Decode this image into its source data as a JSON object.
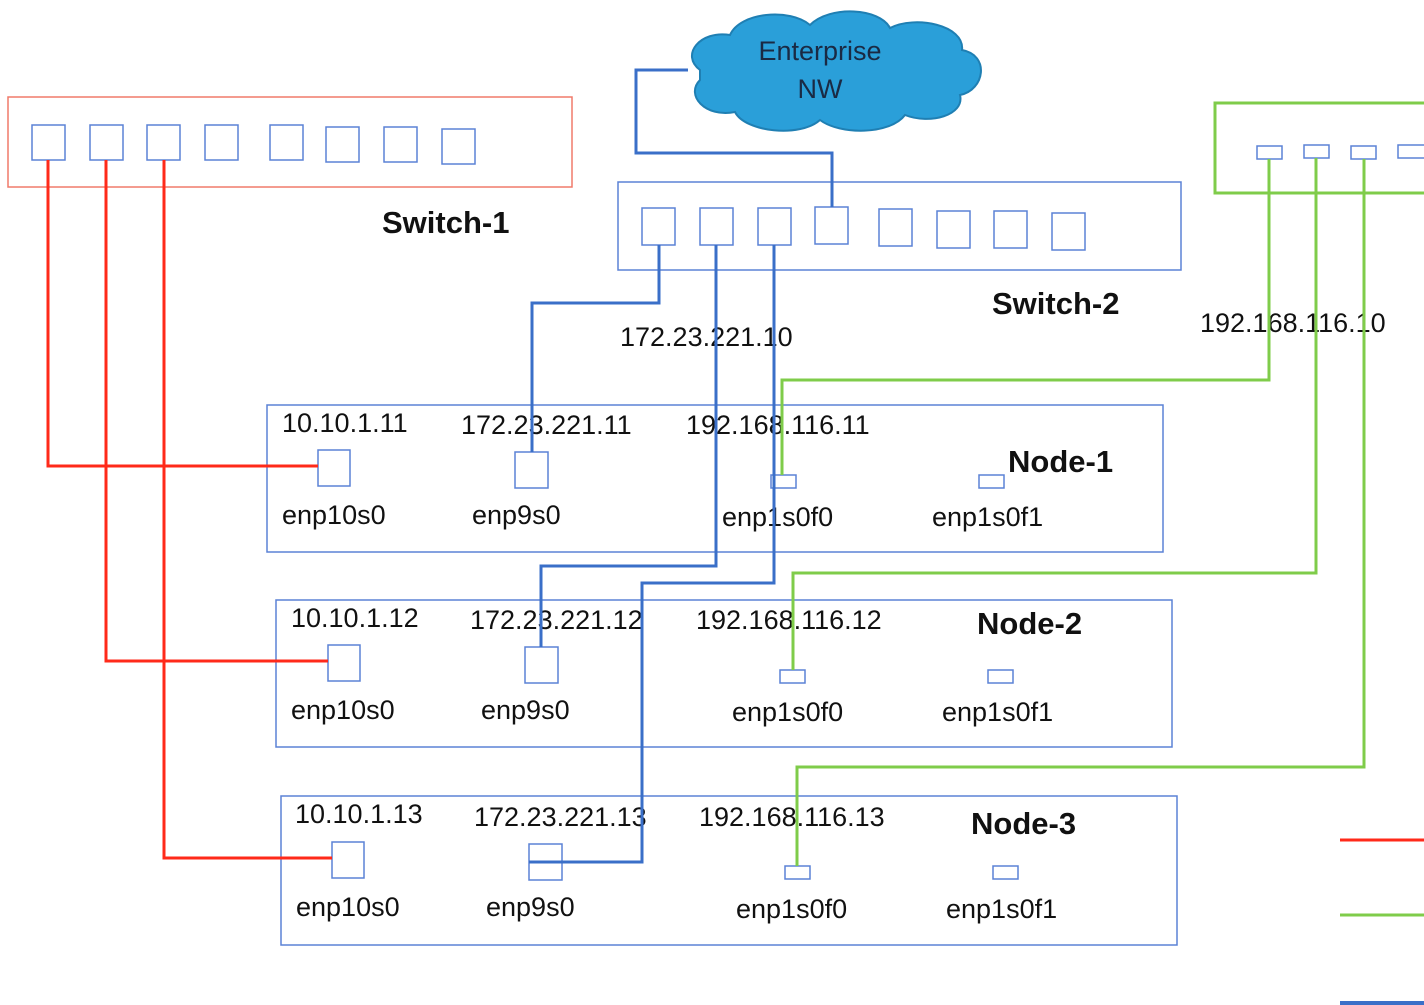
{
  "cloud": {
    "line1": "Enterprise",
    "line2": "NW"
  },
  "switches": {
    "sw1": {
      "label": "Switch-1"
    },
    "sw2": {
      "label": "Switch-2",
      "ip": "172.23.221.10"
    },
    "sw3": {
      "ip": "192.168.116.10"
    }
  },
  "nodes": [
    {
      "label": "Node-1",
      "ips": [
        "10.10.1.11",
        "172.23.221.11",
        "192.168.116.11"
      ],
      "ifaces": [
        "enp10s0",
        "enp9s0",
        "enp1s0f0",
        "enp1s0f1"
      ]
    },
    {
      "label": "Node-2",
      "ips": [
        "10.10.1.12",
        "172.23.221.12",
        "192.168.116.12"
      ],
      "ifaces": [
        "enp10s0",
        "enp9s0",
        "enp1s0f0",
        "enp1s0f1"
      ]
    },
    {
      "label": "Node-3",
      "ips": [
        "10.10.1.13",
        "172.23.221.13",
        "192.168.116.13"
      ],
      "ifaces": [
        "enp10s0",
        "enp9s0",
        "enp1s0f0",
        "enp1s0f1"
      ]
    }
  ],
  "colors": {
    "red_net": "#ff2a1a",
    "blue_net": "#3a6fc8",
    "green_net": "#7fcc4a",
    "switch1_border": "#f07a6a",
    "box_border": "#5b82d6",
    "cloud_fill": "#2a9fd9"
  }
}
